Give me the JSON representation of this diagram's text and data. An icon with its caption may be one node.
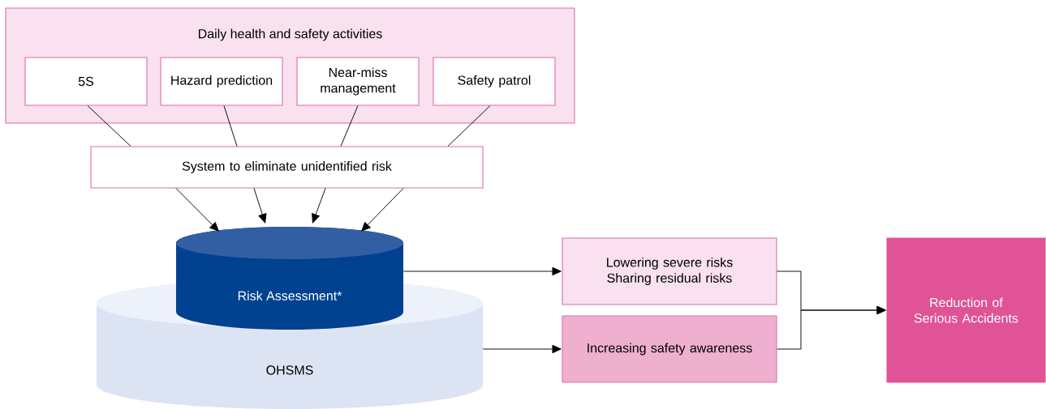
{
  "diagram": {
    "nodes": [
      {
        "text": [
          "Daily health and safety activities"
        ]
      },
      {
        "text": [
          "5S"
        ],
        "in": 0
      },
      {
        "text": [
          "Hazard prediction"
        ],
        "in": 0
      },
      {
        "text": [
          "Near-miss management"
        ],
        "in": 0
      },
      {
        "text": [
          "Safety patrol"
        ],
        "in": 0
      },
      {
        "text": [
          "System to eliminate unidentified risk"
        ]
      },
      {
        "text": [
          "Risk Assessment*"
        ]
      },
      {
        "text": [
          "OHSMS"
        ]
      },
      {
        "text": [
          "Lowering severe risks",
          "Sharing residual risks"
        ]
      },
      {
        "text": [
          "Increasing safety awareness"
        ]
      },
      {
        "text": [
          "Reduction of Serious Accidents"
        ]
      }
    ],
    "edges": [
      {
        "from": 1,
        "to": 5,
        "arrow": "none"
      },
      {
        "from": 2,
        "to": 5,
        "arrow": "none"
      },
      {
        "from": 3,
        "to": 5,
        "arrow": "none"
      },
      {
        "from": 4,
        "to": 5,
        "arrow": "none"
      },
      {
        "from": 5,
        "to": 6,
        "arrow": "to"
      },
      {
        "from": 5,
        "to": 6,
        "arrow": "to"
      },
      {
        "from": 5,
        "to": 6,
        "arrow": "to"
      },
      {
        "from": 5,
        "to": 6,
        "arrow": "to"
      },
      {
        "from": 6,
        "to": 8,
        "arrow": "to"
      },
      {
        "from": 7,
        "to": 9,
        "arrow": "to"
      },
      {
        "from": 8,
        "to": 10,
        "arrow": "to"
      },
      {
        "from": 9,
        "to": 10,
        "arrow": "to"
      }
    ]
  }
}
